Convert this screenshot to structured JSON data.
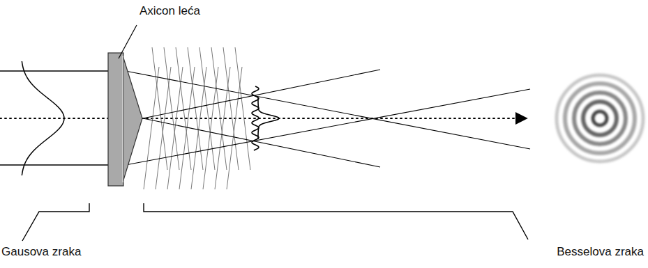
{
  "diagram": {
    "labels": [
      "Axicon leća",
      "Gausova zraka",
      "Besselova zraka"
    ]
  }
}
